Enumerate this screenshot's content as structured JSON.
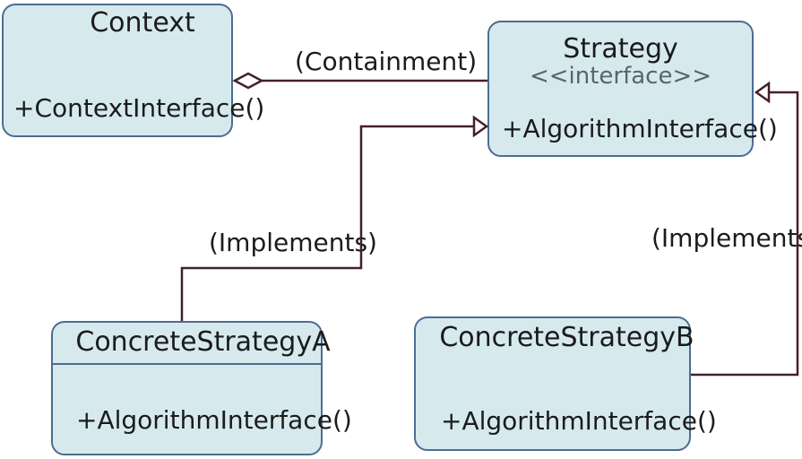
{
  "colors": {
    "background": "#ffffff",
    "box_fill": "#d6eaee",
    "box_border": "#4c6c93",
    "connector": "#44202a",
    "text": "#1b1b1b",
    "stereotype_text": "#5a6468"
  },
  "nodes": {
    "context": {
      "title": "Context",
      "method": "+ContextInterface()"
    },
    "strategy": {
      "title": "Strategy",
      "stereotype": "<<interface>>",
      "method": "+AlgorithmInterface()"
    },
    "concrete_strategy_a": {
      "title": "ConcreteStrategyA",
      "method": "+AlgorithmInterface()"
    },
    "concrete_strategy_b": {
      "title": "ConcreteStrategyB",
      "method": "+AlgorithmInterface()"
    }
  },
  "edges": {
    "containment": {
      "label": "(Containment)",
      "type": "aggregation"
    },
    "implements_a": {
      "label": "(Implements)",
      "type": "realization"
    },
    "implements_b": {
      "label": "(Implements)",
      "type": "realization"
    }
  }
}
